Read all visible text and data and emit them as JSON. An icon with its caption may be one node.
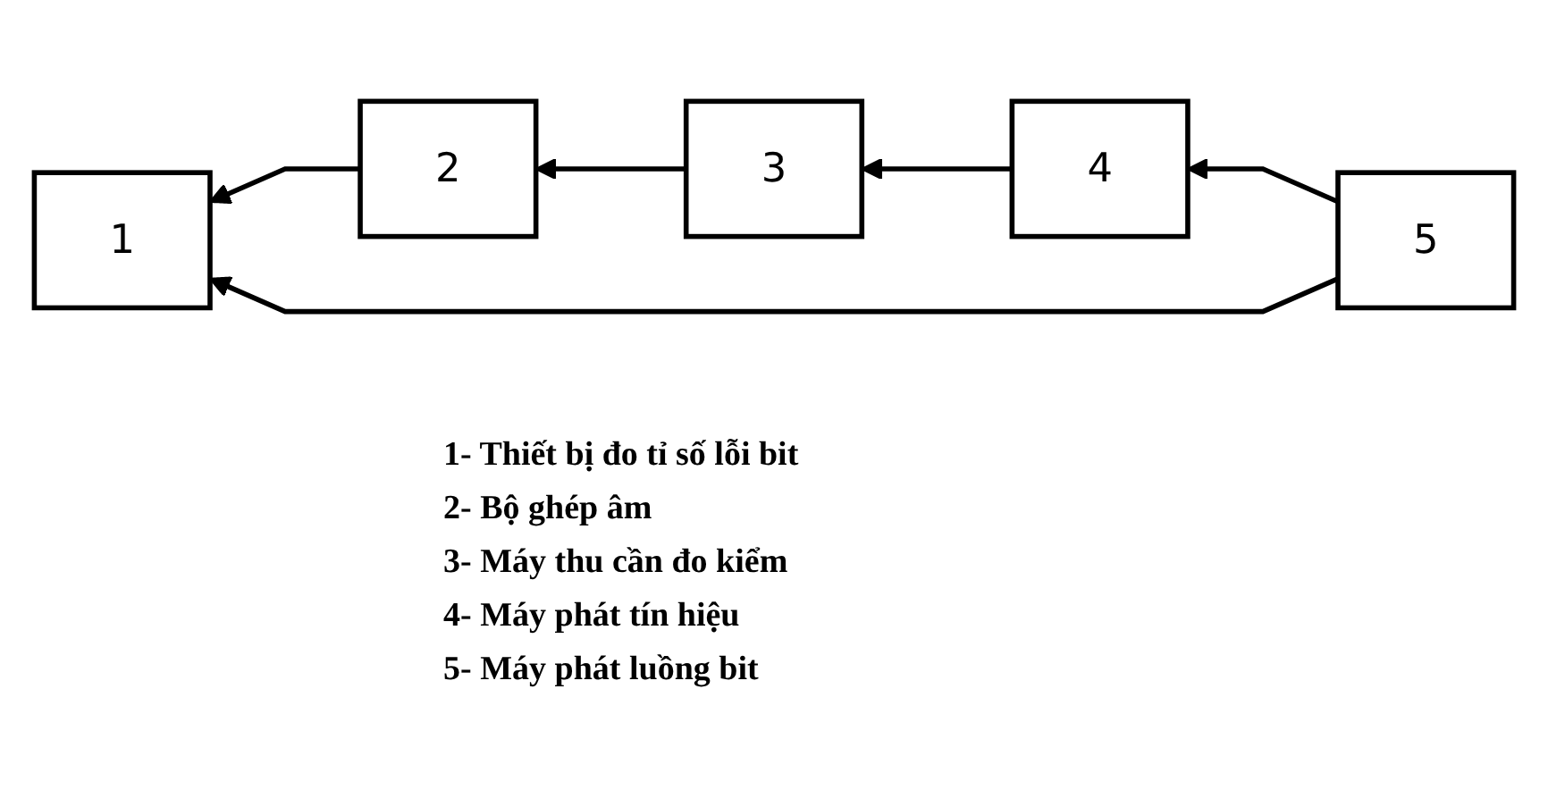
{
  "diagram": {
    "nodes": [
      {
        "text": [
          "1"
        ]
      },
      {
        "text": [
          "2"
        ]
      },
      {
        "text": [
          "3"
        ]
      },
      {
        "text": [
          "4"
        ]
      },
      {
        "text": [
          "5"
        ]
      }
    ],
    "edges": [
      {
        "from": 1,
        "to": 0,
        "arrow": "to"
      },
      {
        "from": 2,
        "to": 1,
        "arrow": "to"
      },
      {
        "from": 3,
        "to": 2,
        "arrow": "to"
      },
      {
        "from": 4,
        "to": 3,
        "arrow": "to"
      },
      {
        "from": 4,
        "to": 0,
        "arrow": "to"
      }
    ],
    "labels": [
      "1- Thiết bị đo tỉ số lỗi bit",
      "2- Bộ ghép âm",
      "3- Máy thu cần đo kiểm",
      "4- Máy phát tín hiệu",
      "5- Máy phát luồng bit"
    ]
  }
}
